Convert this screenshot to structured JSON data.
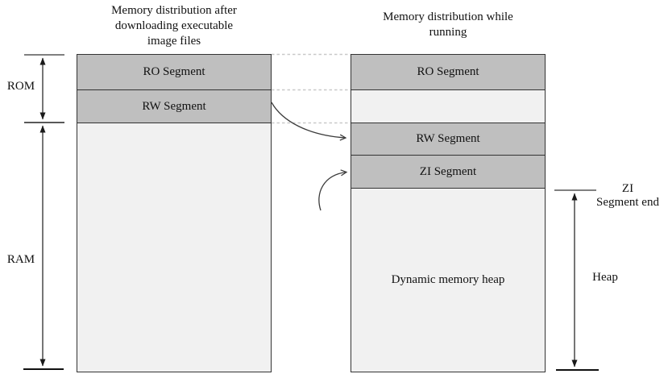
{
  "titles": {
    "left": "Memory distribution after downloading executable image files",
    "right": "Memory distribution while running"
  },
  "columns": {
    "left": {
      "segments": [
        {
          "label": "RO Segment"
        },
        {
          "label": "RW Segment"
        },
        {
          "label": ""
        }
      ]
    },
    "right": {
      "segments": [
        {
          "label": "RO Segment"
        },
        {
          "label": ""
        },
        {
          "label": "RW Segment"
        },
        {
          "label": "ZI Segment"
        },
        {
          "label": "Dynamic memory heap"
        }
      ]
    }
  },
  "annotations": {
    "rom": "ROM",
    "ram": "RAM",
    "zi_segment_end_line1": "ZI",
    "zi_segment_end_line2": "Segment end",
    "heap": "Heap"
  },
  "colors": {
    "segment_dark": "#bfbfbf",
    "segment_light": "#f1f1f1",
    "border": "#333333",
    "dashed_connector": "#c9c9c9",
    "tick_gray": "#808080",
    "arrow_black": "#1a1a1a",
    "curved_arrow": "#3a3a3a"
  }
}
